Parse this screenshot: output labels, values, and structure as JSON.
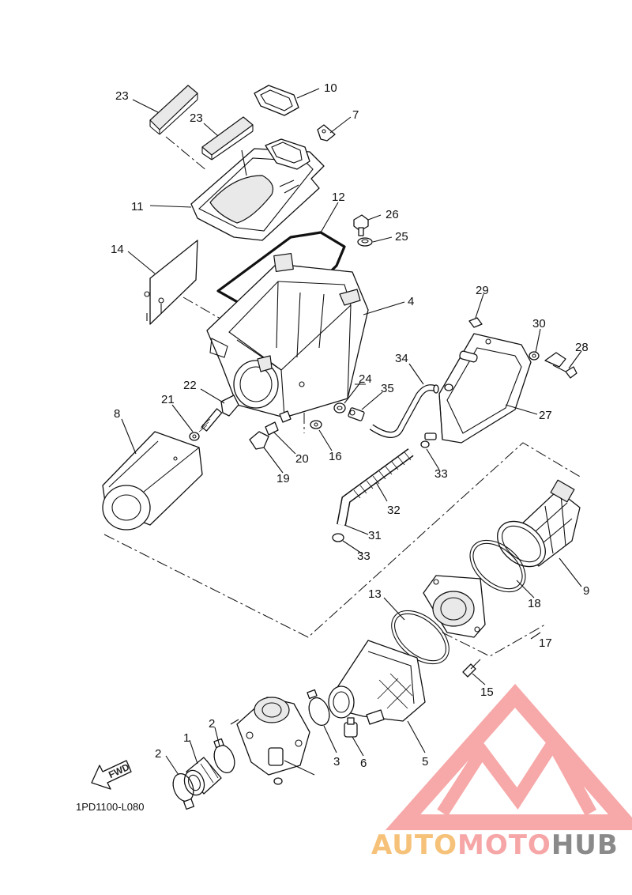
{
  "diagram": {
    "ref_code": "1PD1100-L080",
    "fwd_label": "FWD",
    "callouts": [
      {
        "text": "23"
      },
      {
        "text": "23"
      },
      {
        "text": "10"
      },
      {
        "text": "7"
      },
      {
        "text": "12"
      },
      {
        "text": "11"
      },
      {
        "text": "26"
      },
      {
        "text": "25"
      },
      {
        "text": "14"
      },
      {
        "text": "4"
      },
      {
        "text": "29"
      },
      {
        "text": "30"
      },
      {
        "text": "28"
      },
      {
        "text": "34"
      },
      {
        "text": "24"
      },
      {
        "text": "35"
      },
      {
        "text": "22"
      },
      {
        "text": "21"
      },
      {
        "text": "8"
      },
      {
        "text": "27"
      },
      {
        "text": "20"
      },
      {
        "text": "16"
      },
      {
        "text": "19"
      },
      {
        "text": "33"
      },
      {
        "text": "32"
      },
      {
        "text": "31"
      },
      {
        "text": "33"
      },
      {
        "text": "9"
      },
      {
        "text": "18"
      },
      {
        "text": "13"
      },
      {
        "text": "17"
      },
      {
        "text": "15"
      },
      {
        "text": "2"
      },
      {
        "text": "1"
      },
      {
        "text": "2"
      },
      {
        "text": "3"
      },
      {
        "text": "6"
      },
      {
        "text": "5"
      }
    ]
  },
  "watermark": {
    "part1": "AUTO",
    "part2": "MOTO",
    "part3": "HUB",
    "color1": "#F6C27A",
    "color2": "#F6A6A6",
    "color3": "#8A8A8A",
    "logo_color": "#F7A8A8"
  }
}
